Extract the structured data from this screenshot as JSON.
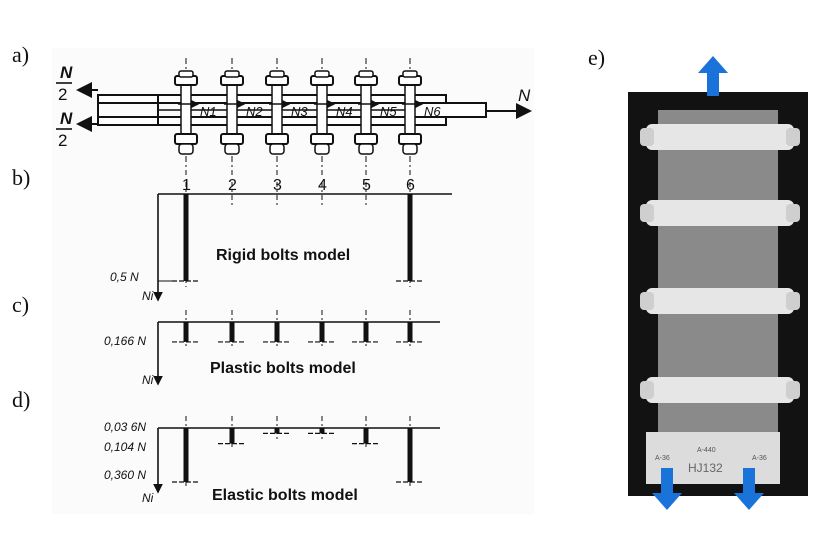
{
  "panels": {
    "a": "a)",
    "b": "b)",
    "c": "c)",
    "d": "d)",
    "e": "e)"
  },
  "diagram_a": {
    "half_load_top_num": "N",
    "half_load_top_den": "2",
    "half_load_bottom_num": "N",
    "half_load_bottom_den": "2",
    "applied_load": "N",
    "bolt_forces": [
      "N1",
      "N2",
      "N3",
      "N4",
      "N5",
      "N6"
    ]
  },
  "bolt_numbers": [
    "1",
    "2",
    "3",
    "4",
    "5",
    "6"
  ],
  "rigid_model": {
    "title": "Rigid bolts model",
    "value_label": "0,5 N",
    "axis_label": "Ni",
    "loads_fraction": [
      0.5,
      0,
      0,
      0,
      0,
      0.5
    ]
  },
  "plastic_model": {
    "title": "Plastic bolts model",
    "value_label": "0,166 N",
    "axis_label": "Ni",
    "loads_fraction": [
      0.166,
      0.166,
      0.166,
      0.166,
      0.166,
      0.166
    ]
  },
  "elastic_model": {
    "title": "Elastic bolts model",
    "value_labels": [
      "0,03 6N",
      "0,104 N",
      "0,360 N"
    ],
    "axis_label": "Ni",
    "loads_fraction": [
      0.36,
      0.104,
      0.036,
      0.036,
      0.104,
      0.36
    ]
  },
  "photo": {
    "specimen_id": "HJ132",
    "tags": [
      "A-36",
      "A-440",
      "A-36"
    ],
    "arrow_color": "#1a73d9",
    "background_color": "#121212",
    "plank_color": "#8a8a8a",
    "bolt_color": "#e6e6e6"
  }
}
